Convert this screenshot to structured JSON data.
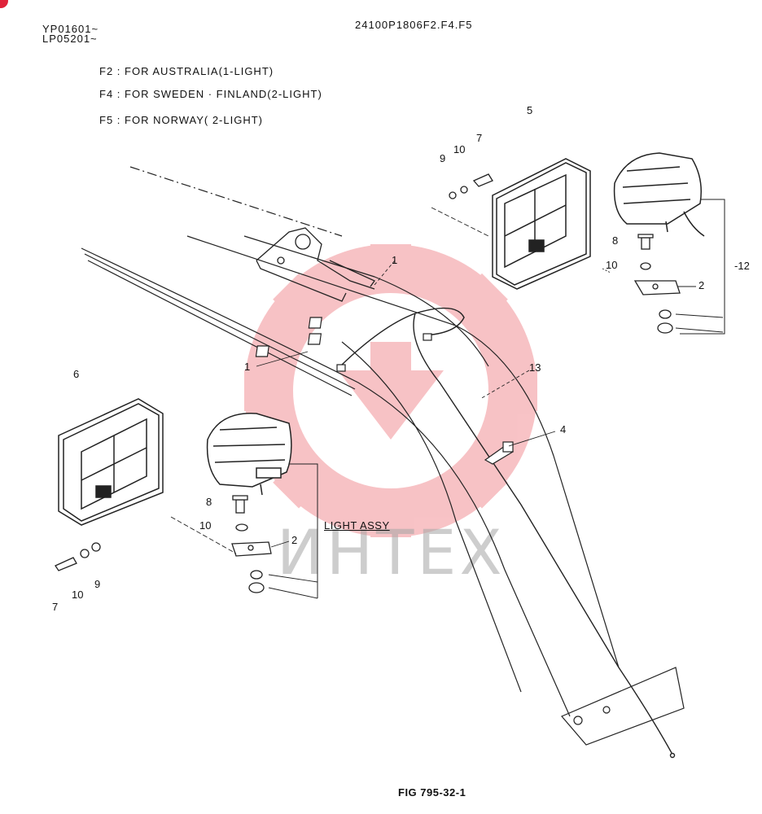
{
  "header": {
    "serial_from_1": "YP01601~",
    "serial_from_2": "LP05201~",
    "part_code": "24100P1806F2.F4.F5"
  },
  "variants": [
    {
      "code": "F2",
      "desc": "FOR AUSTRALIA(1-LIGHT)"
    },
    {
      "code": "F4",
      "desc": "FOR SWEDEN · FINLAND(2-LIGHT)"
    },
    {
      "code": "F5",
      "desc": "FOR NORWAY( 2-LIGHT)"
    }
  ],
  "callouts": {
    "c1_upper": "1",
    "c1_lower": "1",
    "c2_right": "2",
    "c2_left": "2",
    "c4": "4",
    "c5": "5",
    "c6": "6",
    "c7_right": "7",
    "c7_left": "7",
    "c8_right": "8",
    "c8_left": "8",
    "c9_right": "9",
    "c9_left": "9",
    "c10_right_top": "10",
    "c10_right": "10",
    "c10_left": "10",
    "c10_left_bottom": "10",
    "c12": "12",
    "c13": "13"
  },
  "light_assy_label": "LIGHT ASSY",
  "figure_label": "FIG 795-32-1",
  "watermark": {
    "text": "ИНТЕХ",
    "color": "#e8454f"
  }
}
